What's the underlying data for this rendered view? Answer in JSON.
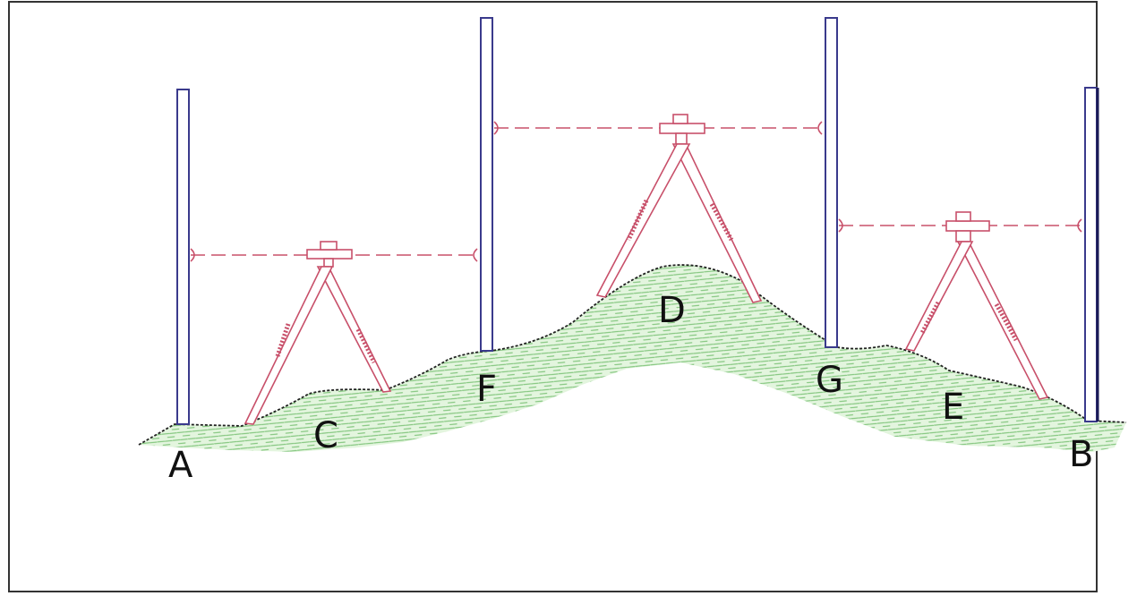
{
  "diagram": {
    "description_labels": {
      "A": "A",
      "B": "B",
      "C": "C",
      "D": "D",
      "E": "E",
      "F": "F",
      "G": "G"
    },
    "colors": {
      "frame": "#333333",
      "staff": "#3a3a8c",
      "sightline": "#c8506a",
      "tripod": "#c8506a",
      "ground_fill": "#d6f0cf",
      "ground_hatch": "#7fc47a",
      "ground_outline": "#222222"
    }
  }
}
